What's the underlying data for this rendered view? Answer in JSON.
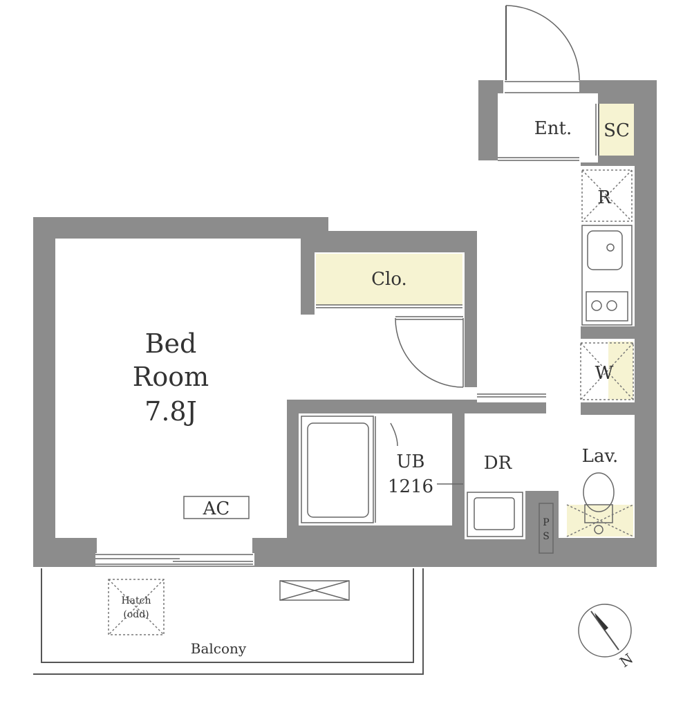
{
  "rooms": {
    "bedroom_line1": "Bed",
    "bedroom_line2": "Room",
    "bedroom_size": "7.8J",
    "closet": "Clo.",
    "entrance": "Ent.",
    "shoe_closet": "SC",
    "refrigerator": "R",
    "washer": "W",
    "bath_line1": "UB",
    "bath_line2": "1216",
    "dressing_room": "DR",
    "lavatory": "Lav.",
    "pipe_space": "PS",
    "air_conditioner": "AC",
    "hatch_line1": "Hatch",
    "hatch_line2": "(odd)",
    "balcony": "Balcony",
    "north": "N"
  },
  "colors": {
    "wall": "#8c8c8c",
    "storage_highlight": "#f6f3d2",
    "line": "#555555"
  },
  "icons": [
    "door-swing-icon",
    "sink-icon",
    "stove-icon",
    "toilet-icon",
    "bathtub-icon",
    "compass-icon",
    "vent-icon"
  ]
}
